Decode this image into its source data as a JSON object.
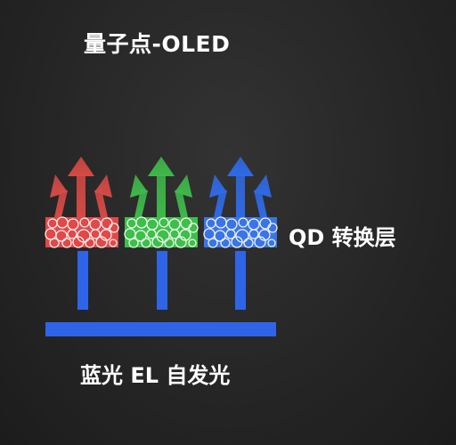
{
  "title": "量子点-OLED",
  "qd_layer_label": "QD 转换层",
  "emitter_label": "蓝光 EL 自发光",
  "colors": {
    "background": "#262626",
    "blue_light": "#2f64e8",
    "red": "#e14848",
    "green": "#3dbf4a",
    "blue_qd": "#3a74e6",
    "label": "#ffffff"
  },
  "qd_cells": [
    {
      "name": "red",
      "fill": "#e14848",
      "arrow": "#d54a45"
    },
    {
      "name": "green",
      "fill": "#3dbf4a",
      "arrow": "#3fb84a"
    },
    {
      "name": "blue",
      "fill": "#3a74e6",
      "arrow": "#2f6ae6"
    }
  ]
}
